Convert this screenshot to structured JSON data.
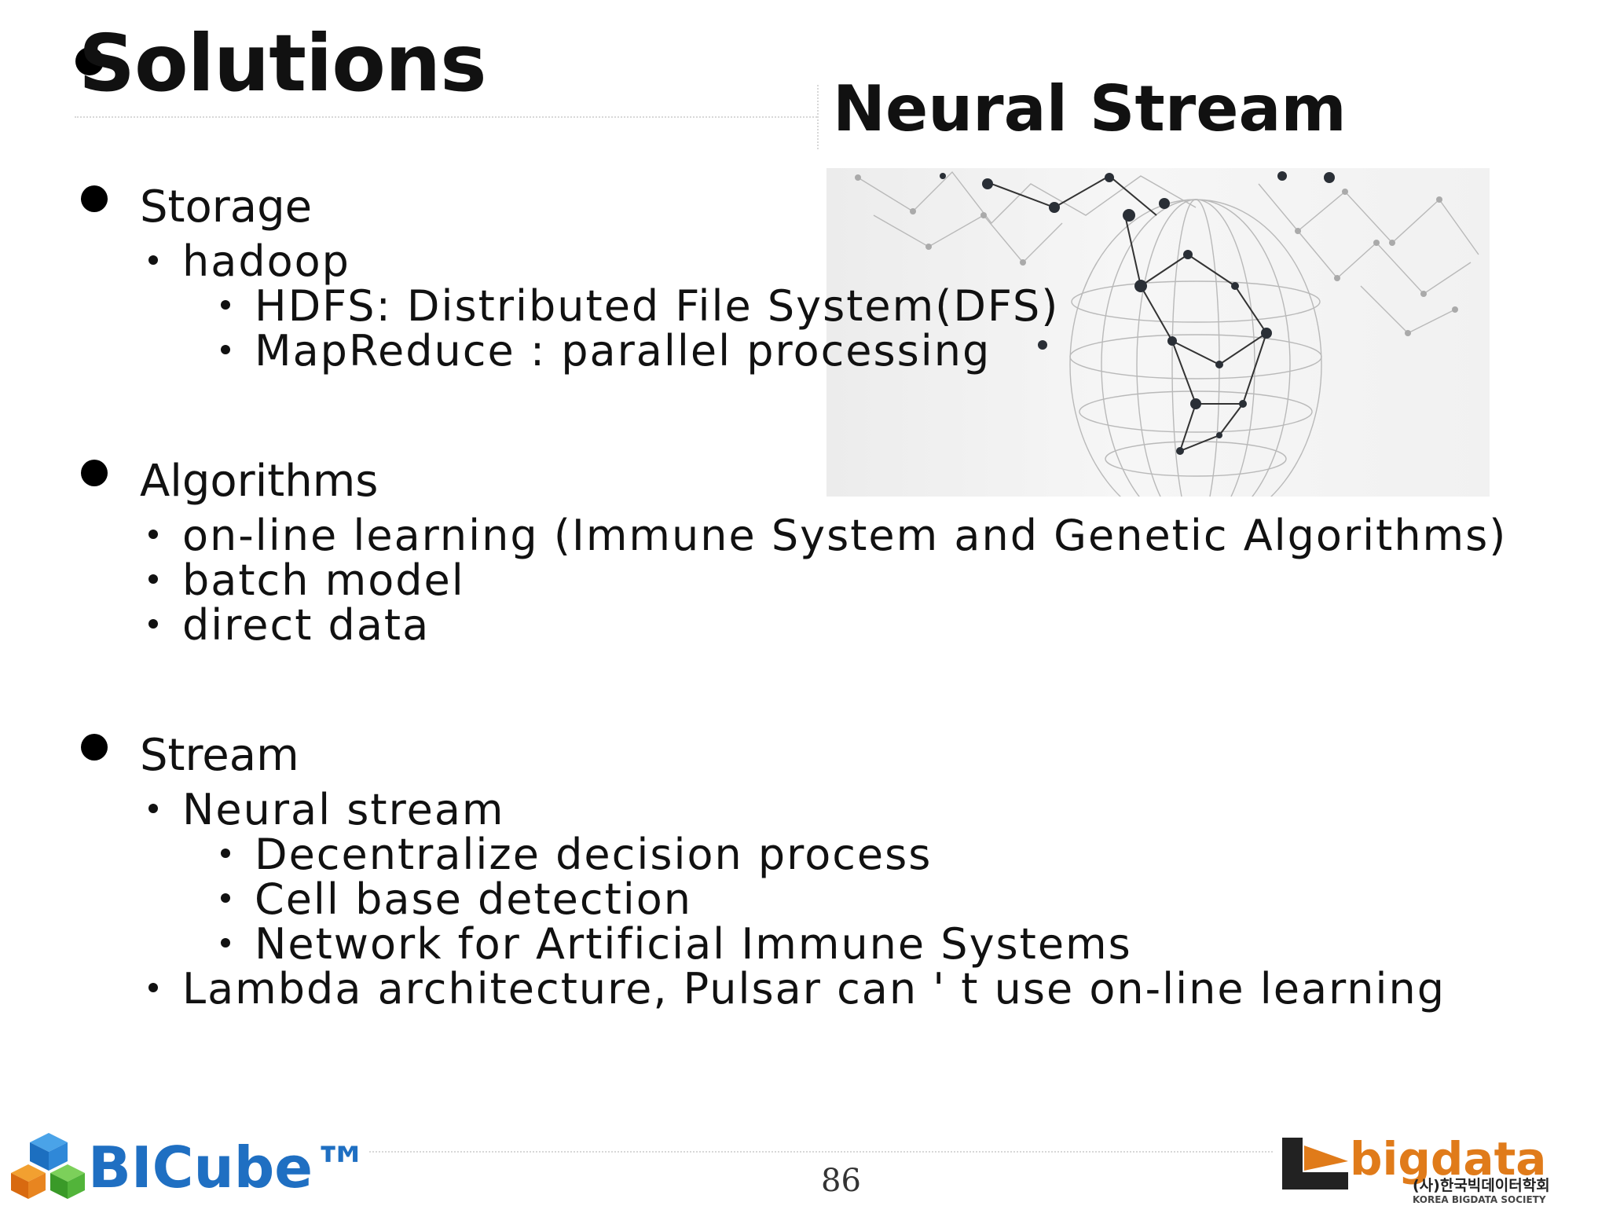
{
  "title": "Solutions",
  "image_title": "Neural Stream",
  "sections": [
    {
      "heading": "Storage",
      "items": [
        {
          "text": "hadoop",
          "sub": [
            "HDFS: Distributed File System(DFS)",
            "MapReduce : parallel processing"
          ]
        }
      ]
    },
    {
      "heading": "Algorithms",
      "items": [
        {
          "text": "on-line learning (Immune System and Genetic Algorithms)"
        },
        {
          "text": "batch model"
        },
        {
          "text": "direct data"
        }
      ]
    },
    {
      "heading": "Stream",
      "items": [
        {
          "text": "Neural stream",
          "sub": [
            "Decentralize decision process",
            "Cell base detection",
            "Network for Artificial Immune Systems"
          ]
        },
        {
          "text": "Lambda architecture, Pulsar can ' t use on-line learning"
        }
      ]
    }
  ],
  "footer": {
    "page_number": "86",
    "left_logo": "BICube™",
    "right_logo_main": "bigdata",
    "right_logo_korean": "(사)한국빅데이터학회",
    "right_logo_english": "KOREA BIGDATA SOCIETY"
  },
  "colors": {
    "bicube_blue": "#1f6fc2",
    "bigdata_orange": "#e07b1a",
    "bigdata_dark": "#222222"
  }
}
